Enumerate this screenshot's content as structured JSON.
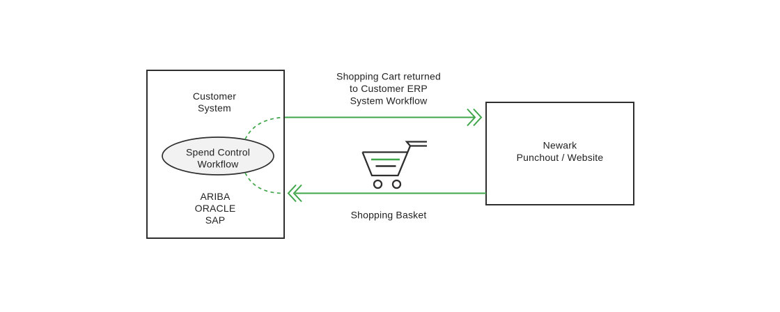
{
  "colors": {
    "green": "#3ea549",
    "ink": "#2e2e2e",
    "text": "#222222",
    "ellipse_fill": "#f2f2f2",
    "background": "#ffffff"
  },
  "customer_box": {
    "title": {
      "line1": "Customer",
      "line2": "System"
    },
    "ellipse": {
      "line1": "Spend Control",
      "line2": "Workflow"
    },
    "systems": [
      "ARIBA",
      "ORACLE",
      "SAP"
    ]
  },
  "newark_box": {
    "line1": "Newark",
    "line2": "Punchout / Website"
  },
  "top_arrow": {
    "direction": "right",
    "label_line1": "Shopping Cart returned",
    "label_line2": "to Customer ERP",
    "label_line3": "System Workflow"
  },
  "bottom_arrow": {
    "direction": "left",
    "label": "Shopping Basket"
  },
  "icons": {
    "shopping_cart": "shopping-cart-icon"
  }
}
